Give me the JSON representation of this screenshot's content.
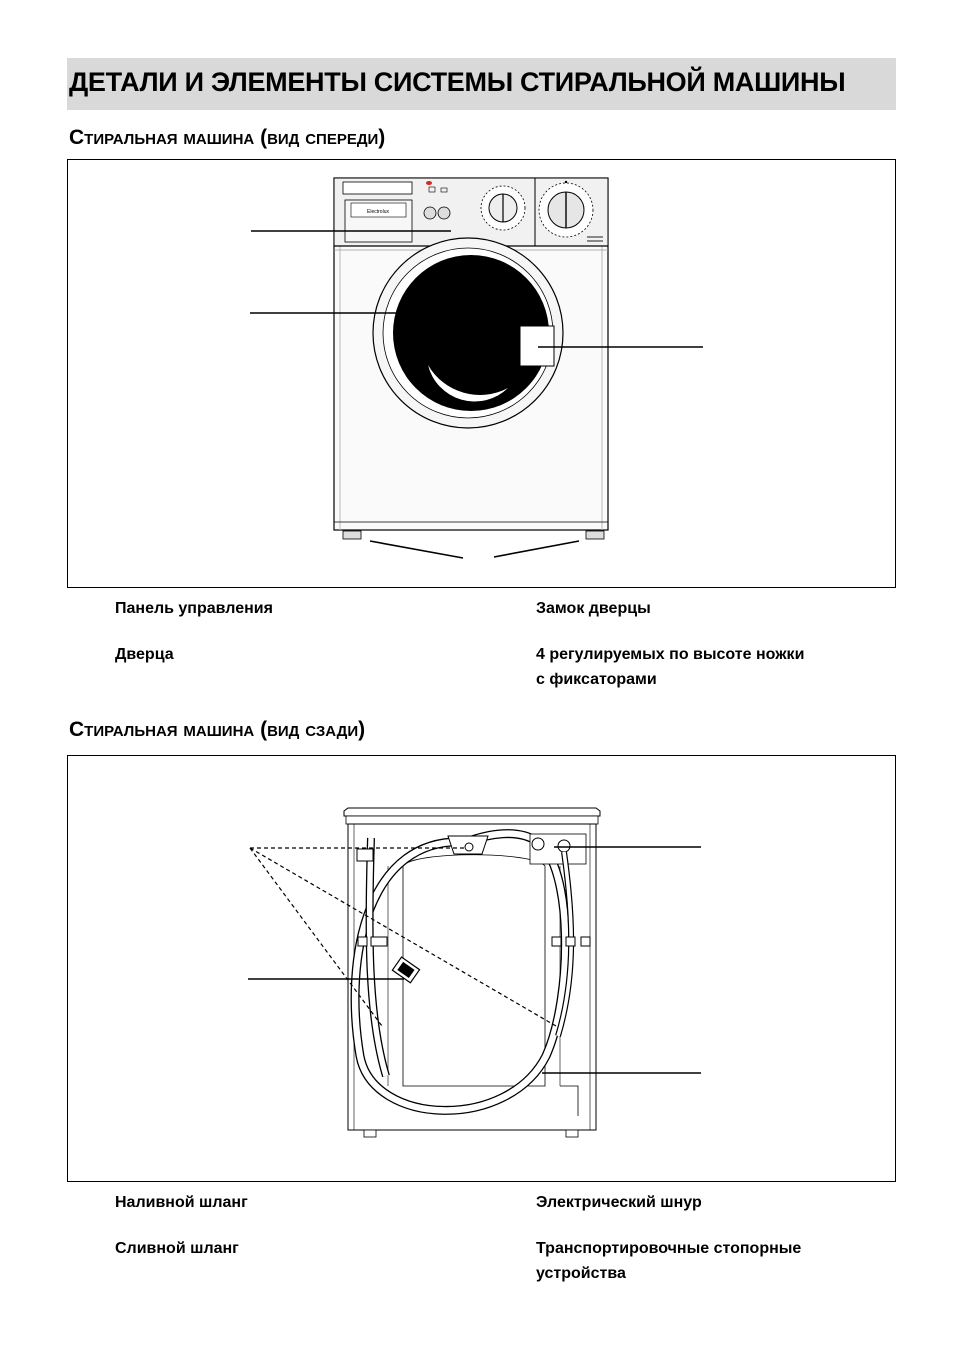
{
  "page_title": "ДЕТАЛИ И ЭЛЕМЕНТЫ СИСТЕМЫ СТИРАЛЬНОЙ МАШИНЫ",
  "front_section": {
    "heading": "Стиральная машина (вид спереди)",
    "brand_label": "Electrolux",
    "captions": {
      "control_panel": "Панель управления",
      "door": "Дверца",
      "door_lock": "Замок дверцы",
      "feet_line1": "4 регулируемых по высоте ножки",
      "feet_line2": "с фиксаторами"
    }
  },
  "rear_section": {
    "heading": "Стиральная машина (вид сзади)",
    "captions": {
      "inlet_hose": "Наливной шланг",
      "drain_hose": "Сливной шланг",
      "power_cord": "Электрический шнур",
      "transport_bolts_line1": "Транспортировочные стопорные",
      "transport_bolts_line2": "устройства"
    }
  }
}
